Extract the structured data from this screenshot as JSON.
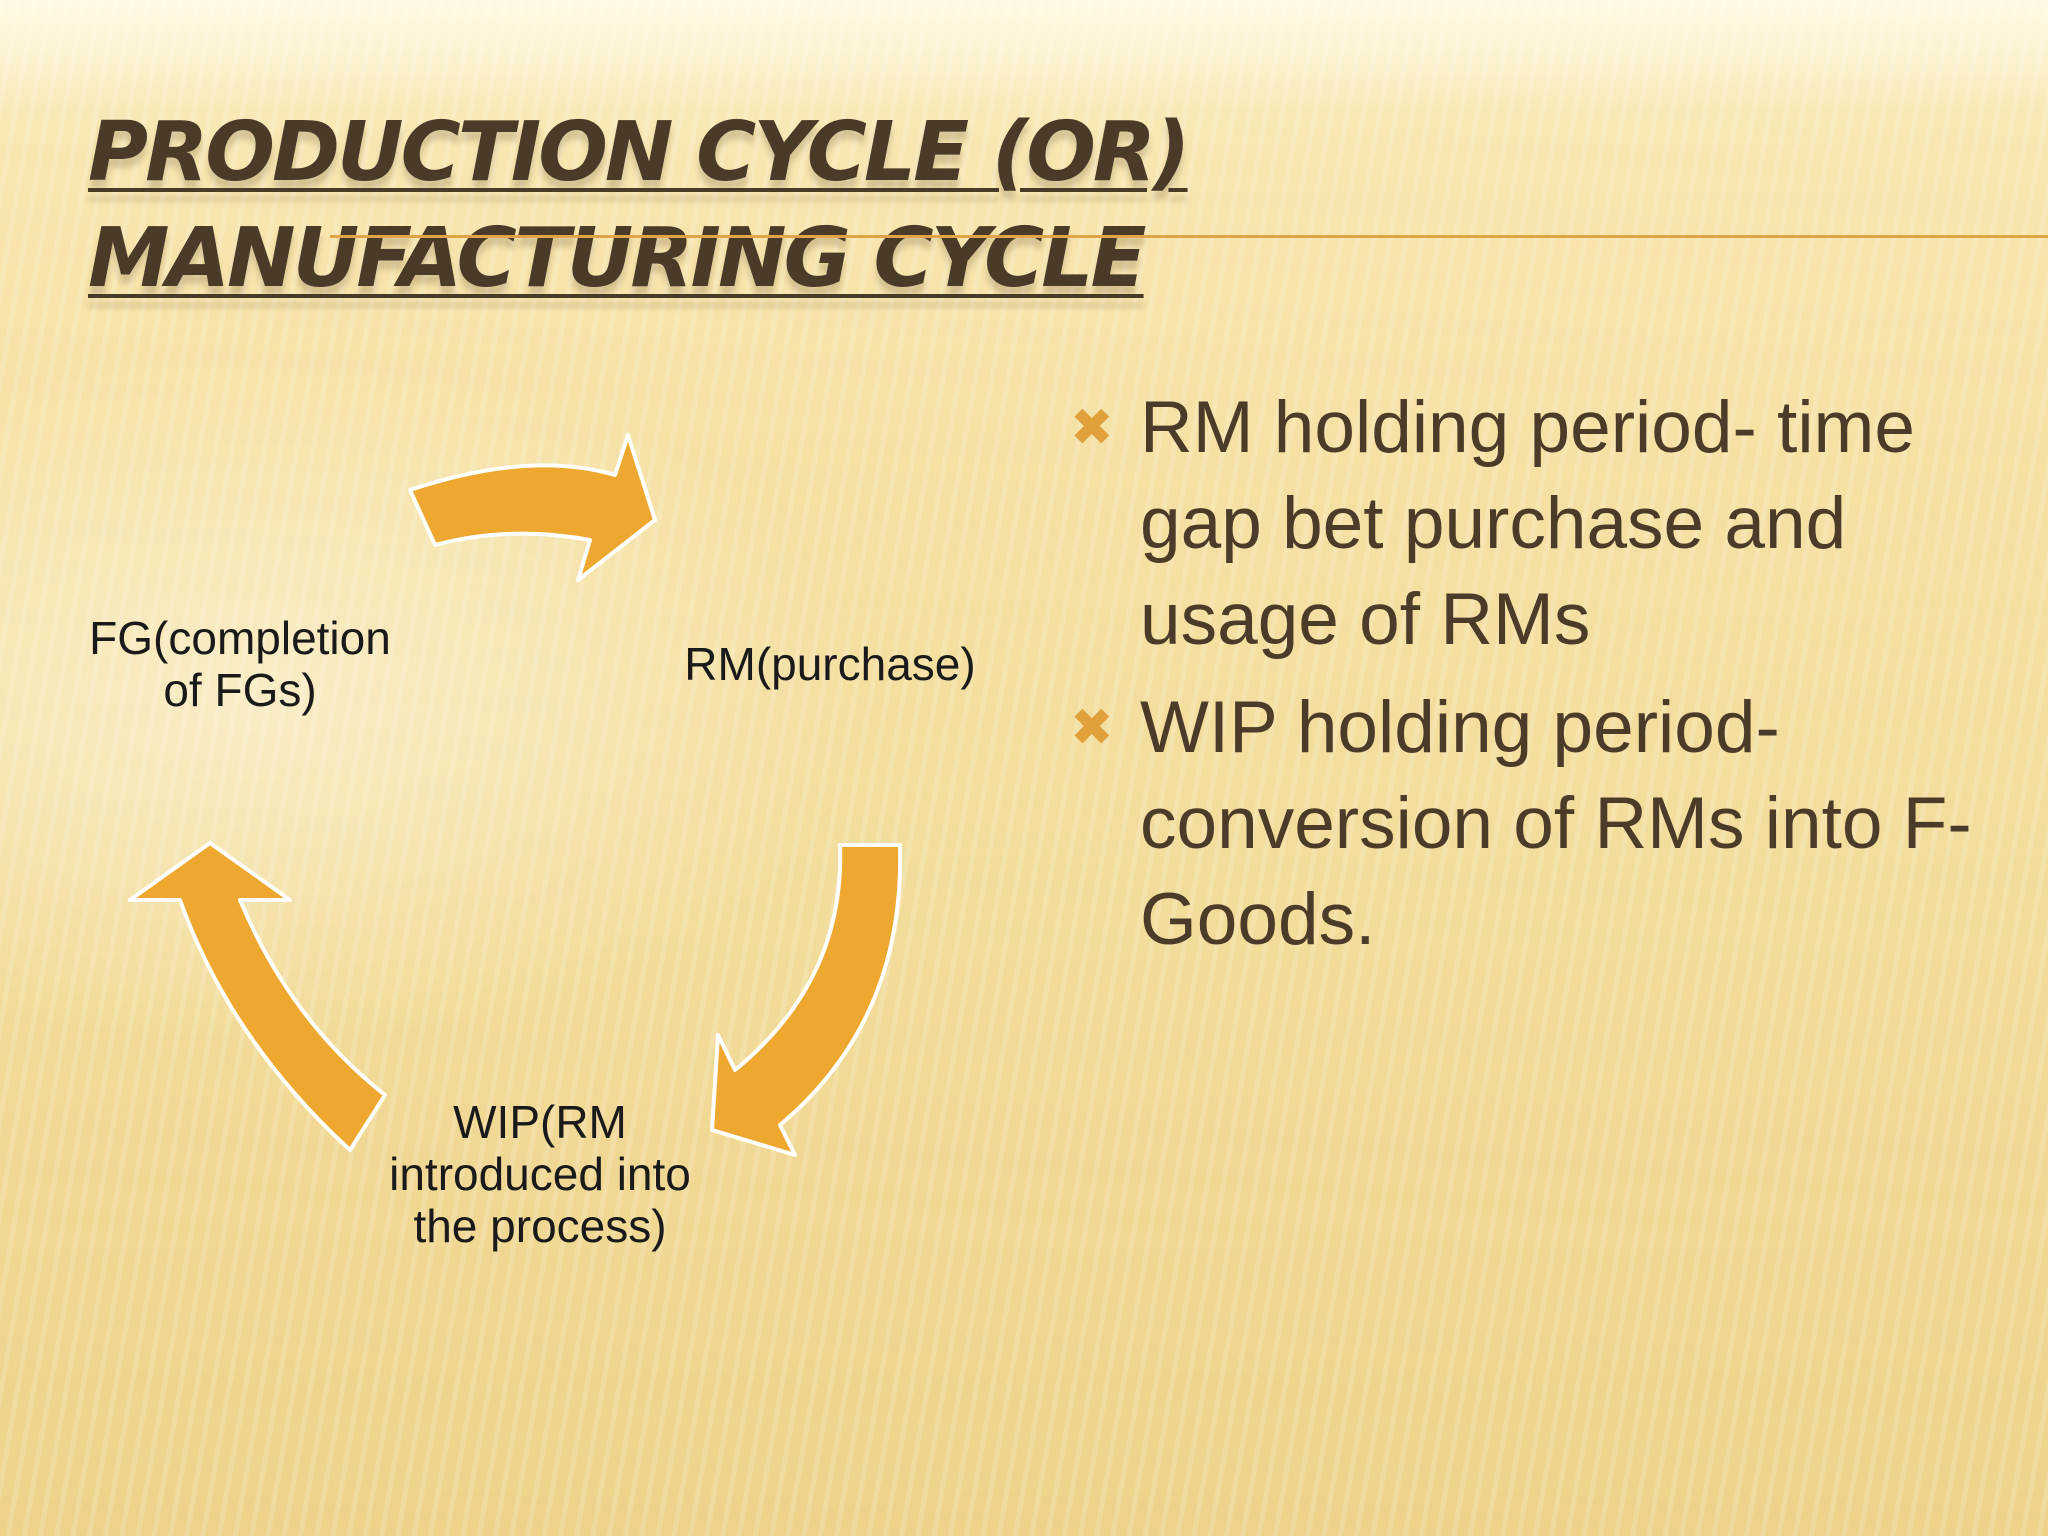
{
  "slide": {
    "title": "Production Cycle (or) Manufacturing Cycle"
  },
  "cycle": {
    "nodes": [
      {
        "id": "fg",
        "label_line1": "FG(completion",
        "label_line2": "of FGs)"
      },
      {
        "id": "rm",
        "label_line1": "RM(purchase)"
      },
      {
        "id": "wip",
        "label_line1": "WIP(RM",
        "label_line2": "introduced into",
        "label_line3": "the process)"
      }
    ],
    "arrow_color": "#eea830"
  },
  "bullets": {
    "marker_icon": "x-mark-icon",
    "marker_color": "#e0a03a",
    "items": [
      {
        "text": "RM holding period- time gap bet purchase and usage of RMs"
      },
      {
        "text": "WIP holding period- conversion of RMs into F-Goods."
      }
    ]
  },
  "colors": {
    "title": "#4a3a28",
    "body_text": "#4c3b29",
    "accent_rule": "#e1a547"
  }
}
